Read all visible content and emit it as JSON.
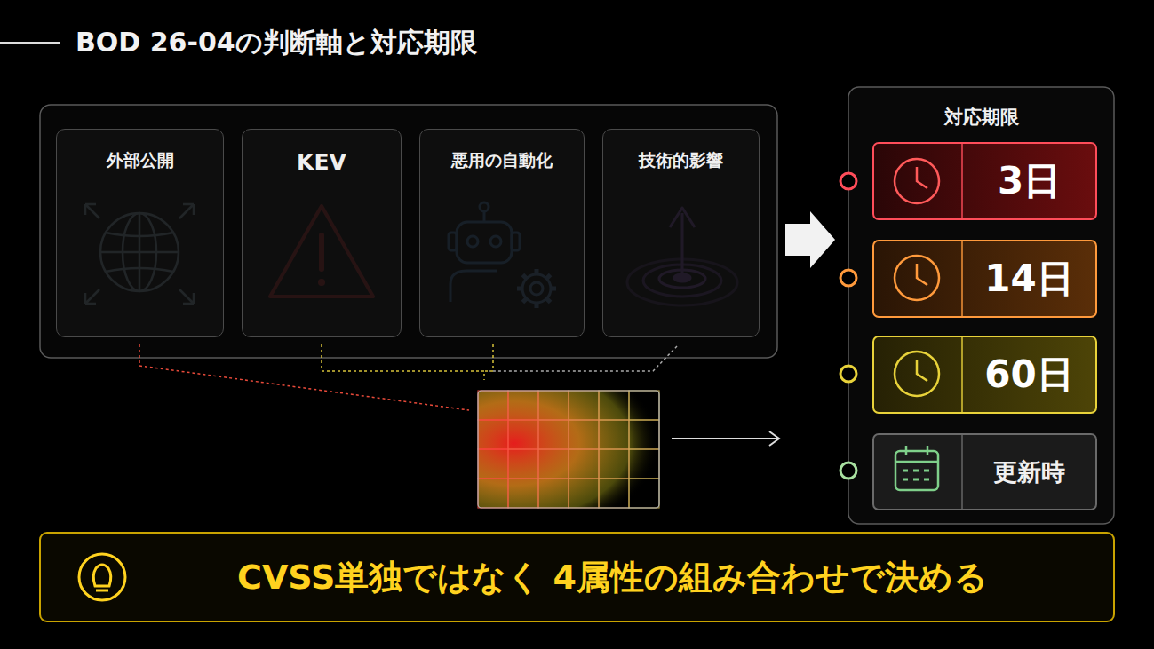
{
  "diagram": {
    "title": "BOD 26-04の判断軸と対応期限",
    "nodes": [
      {
        "text": [
          "外部公開"
        ]
      },
      {
        "text": [
          "KEV"
        ]
      },
      {
        "text": [
          "悪用の自動化"
        ]
      },
      {
        "text": [
          "技術的影響"
        ]
      },
      {
        "text": [
          "対応期限"
        ]
      },
      {
        "text": [
          "3日"
        ],
        "in": 4
      },
      {
        "text": [
          "14日"
        ],
        "in": 4
      },
      {
        "text": [
          "60日"
        ],
        "in": 4
      },
      {
        "text": [
          "更新時"
        ],
        "in": 4
      },
      {
        "text": [
          "CVSS単独ではなく 4属性の組み合わせで決める"
        ]
      }
    ]
  }
}
